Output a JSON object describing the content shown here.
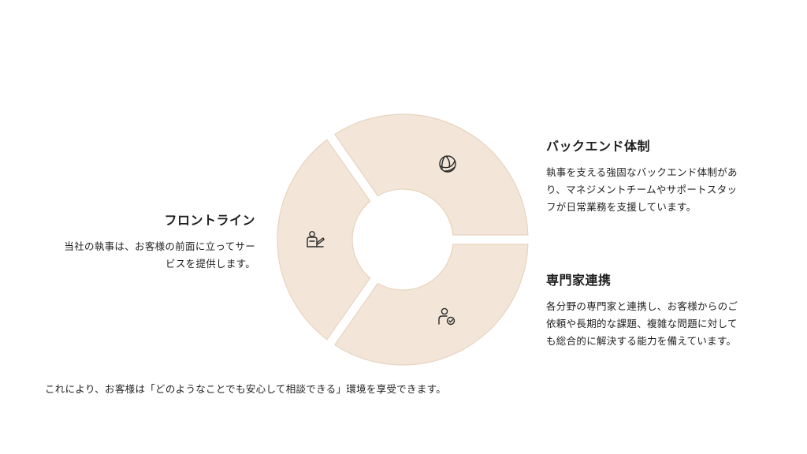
{
  "sections": {
    "left": {
      "title": "フロントライン",
      "body": "当社の執事は、お客様の前面に立ってサー\nビスを提供します。",
      "icon": "person-signing-icon"
    },
    "right_top": {
      "title": "バックエンド体制",
      "body": "執事を支える強固なバックエンド体制があ\nり、マネジメントチームやサポートスタッ\nフが日常業務を支援しています。",
      "icon": "volleyball-icon"
    },
    "right_bottom": {
      "title": "専門家連携",
      "body": "各分野の専門家と連携し、お客様からのご\n依頼や長期的な課題、複雑な問題に対して\nも総合的に解決する能力を備えています。",
      "icon": "verified-person-icon"
    }
  },
  "footer": {
    "text": "これにより、お客様は「どのようなことでも安心して相談できる」環境を享受できます。"
  },
  "colors": {
    "segment_fill": "#f3e6d8",
    "segment_stroke": "#e7d3bf",
    "text": "#1f1f1f"
  }
}
